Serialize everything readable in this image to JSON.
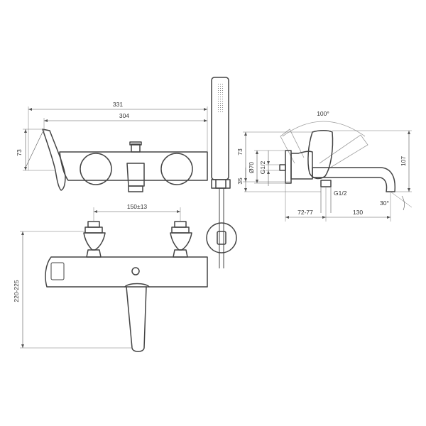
{
  "dimensions": {
    "overall_width": "331",
    "spout_width": "304",
    "lever_height_left": "73",
    "handle_centers": "150±13",
    "total_height": "220-225",
    "lever_angle": "100°",
    "side_height": "73",
    "side_total_height": "107",
    "flange_diameter": "Ø70",
    "inlet_thread_vertical": "G1/2",
    "outlet_offset": "35",
    "outlet_thread": "G1/2",
    "wall_offset": "72-77",
    "spout_projection": "130",
    "spout_angle": "30°"
  },
  "colors": {
    "line": "#444444",
    "dimension": "#555555",
    "background": "#ffffff"
  }
}
